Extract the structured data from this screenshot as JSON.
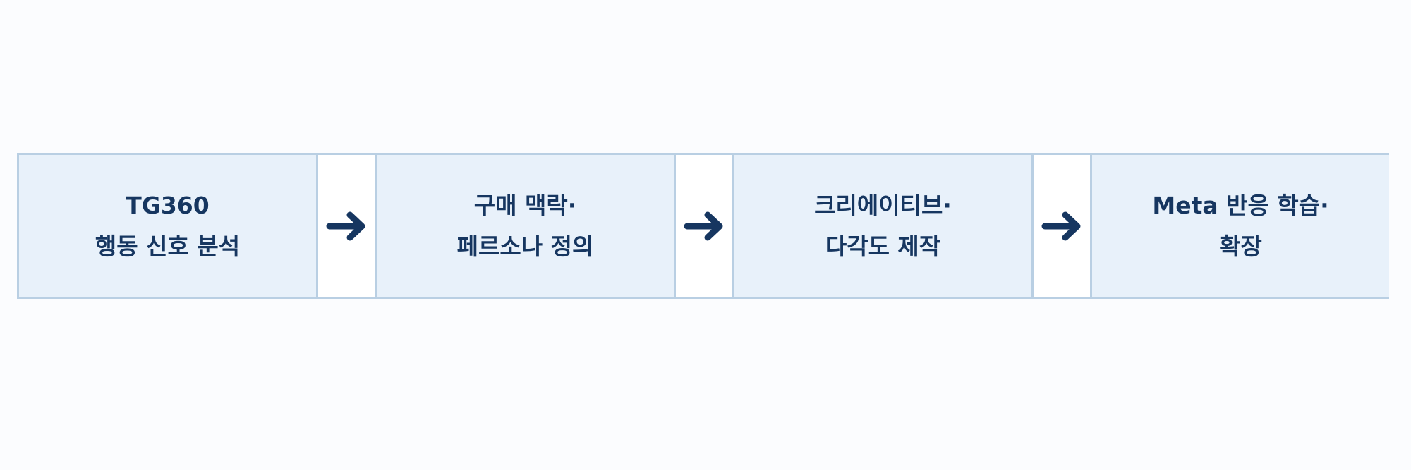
{
  "steps": [
    {
      "line1": "TG360",
      "line2": "행동 신호 분석"
    },
    {
      "line1": "구매 맥락·",
      "line2": "페르소나 정의"
    },
    {
      "line1": "크리에이티브·",
      "line2": "다각도 제작"
    },
    {
      "line1": "Meta 반응 학습·",
      "line2": "확장"
    }
  ],
  "connectors": [
    {
      "icon": "arrow-right-icon"
    },
    {
      "icon": "arrow-right-icon"
    },
    {
      "icon": "arrow-right-icon"
    }
  ],
  "colors": {
    "background": "#fbfcfe",
    "box_fill": "#e8f1fa",
    "box_border": "#b9cfe3",
    "text": "#163660",
    "arrow": "#163660"
  }
}
